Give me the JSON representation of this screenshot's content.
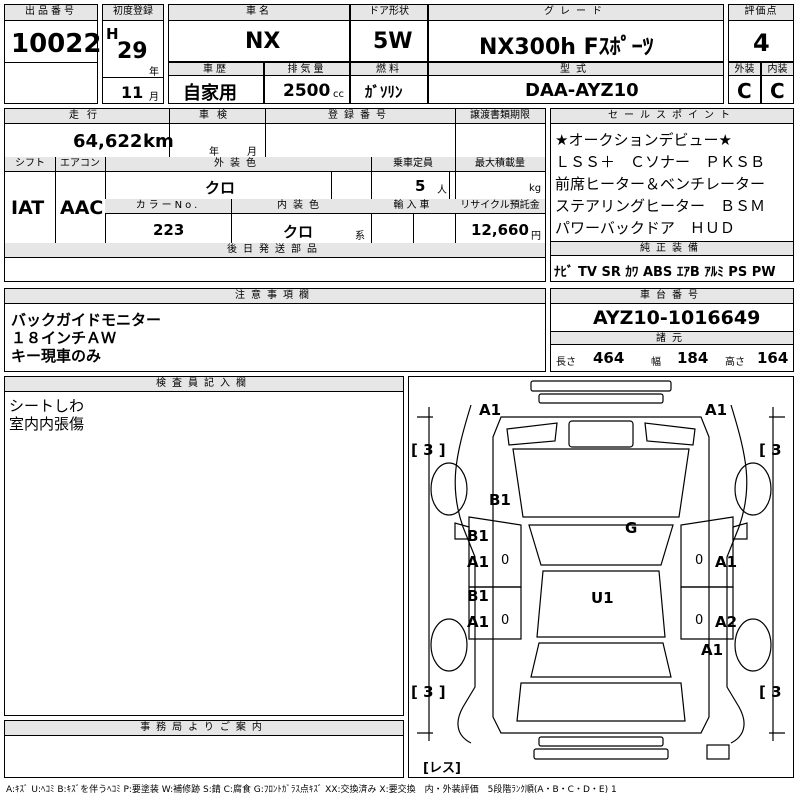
{
  "top": {
    "lot_label": "出品番号",
    "lot_number": "10022",
    "first_reg_label": "初度登録",
    "era": "H",
    "year": "29",
    "year_unit": "年",
    "month": "11",
    "month_unit": "月",
    "car_name_label": "車名",
    "car_name": "NX",
    "door_label": "ドア形状",
    "door": "5W",
    "grade_label": "グレード",
    "grade": "NX300h Fｽﾎﾟｰﾂ",
    "score_label": "評価点",
    "score": "4",
    "history_label": "車歴",
    "history": "自家用",
    "displacement_label": "排気量",
    "displacement": "2500",
    "displacement_unit": "cc",
    "fuel_label": "燃料",
    "fuel": "ｶﾞｿﾘﾝ",
    "model_label": "型式",
    "model": "DAA-AYZ10",
    "exterior_label": "外装",
    "exterior": "C",
    "interior_label": "内装",
    "interior": "C"
  },
  "middle": {
    "mileage_label": "走行",
    "mileage": "64,622",
    "mileage_unit": "km",
    "inspection_label": "車検",
    "insp_year_unit": "年",
    "insp_month_unit": "月",
    "regno_label": "登録番号",
    "deadline_label": "譲渡書類期限",
    "shift_label": "シフト",
    "shift": "IAT",
    "ac_label": "エアコン",
    "ac": "AAC",
    "ext_color_label": "外装色",
    "ext_color": "クロ",
    "capacity_label": "乗車定員",
    "capacity": "5",
    "capacity_unit": "人",
    "maxload_label": "最大積載量",
    "maxload_unit": "kg",
    "colorno_label": "カラーNo.",
    "colorno": "223",
    "int_color_label": "内装色",
    "int_color": "クロ",
    "int_color_unit": "系",
    "import_label": "輸入車",
    "recycle_label": "リサイクル預託金",
    "recycle": "12,660",
    "recycle_unit": "円",
    "later_parts_label": "後日発送部品"
  },
  "sales_points": {
    "label": "セールスポイント",
    "lines": [
      "★オークションデビュー★",
      "ＬＳＳ＋　Ｃソナー　ＰＫＳＢ",
      "前席ヒーター＆ベンチレーター",
      "ステアリングヒーター　ＢＳＭ",
      "パワーバックドア　ＨＵＤ"
    ]
  },
  "equipment": {
    "label": "純正装備",
    "items": [
      "ﾅﾋﾞ",
      "TV",
      "SR",
      "ｶﾜ",
      "ABS",
      "ｴｱB",
      "ｱﾙﾐ",
      "PS",
      "PW"
    ]
  },
  "notes": {
    "label": "注意事項欄",
    "lines": [
      "バックガイドモニター",
      "１８インチＡＷ",
      "キー現車のみ"
    ]
  },
  "chassis": {
    "label": "車台番号",
    "value": "AYZ10-1016649",
    "spec_label": "諸元",
    "length_label": "長さ",
    "length": "464",
    "width_label": "幅",
    "width": "184",
    "height_label": "高さ",
    "height": "164"
  },
  "inspector": {
    "label": "検査員記入欄",
    "lines": [
      "シートしわ",
      "室内内張傷"
    ]
  },
  "office": {
    "label": "事務局よりご案内"
  },
  "diagram": {
    "marks": {
      "front_left": "A1",
      "front_right": "A1",
      "hood": "B1",
      "roof_glass": "G",
      "front_door_left_top": "B1",
      "front_door_left_bottom": "A1",
      "front_door_right": "A1",
      "rear_door_left_top": "B1",
      "rear_door_left_bottom": "A1",
      "rear_door_right": "A2",
      "roof": "U1",
      "rear_quarter_right": "A1"
    },
    "tires": {
      "front_left": "3",
      "front_right": "3",
      "rear_left": "3",
      "rear_right": "3"
    },
    "zero_marks": [
      "0",
      "0",
      "0",
      "0"
    ],
    "spare": "レス"
  },
  "legend": "A:ｷｽﾞ U:ﾍｺﾐ B:ｷｽﾞを伴うﾍｺﾐ P:要塗装 W:補修跡 S:錆 C:腐食 G:ﾌﾛﾝﾄｶﾞﾗｽ点ｷｽﾞ XX:交換済み X:要交換　内・外装評価　5段階ﾗﾝｸ順(A・B・C・D・E) 1"
}
